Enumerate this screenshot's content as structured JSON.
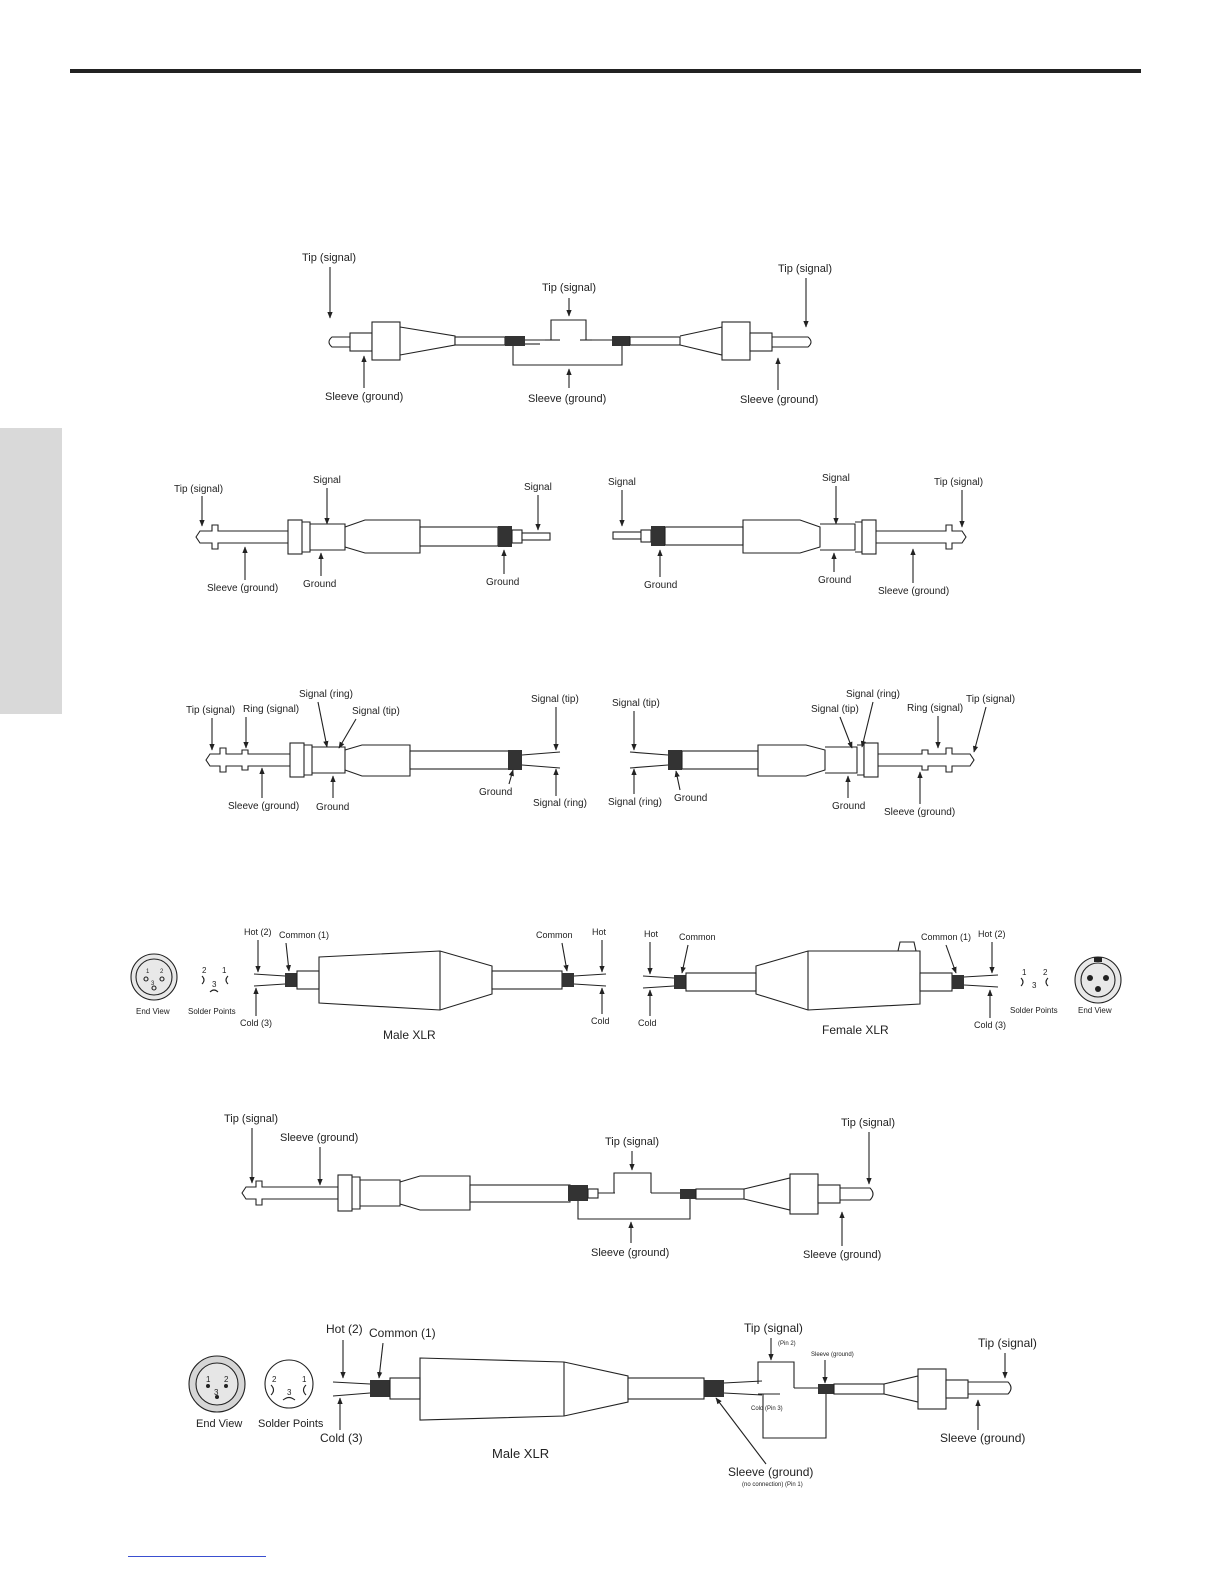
{
  "labels": {
    "tip_signal": "Tip (signal)",
    "sleeve_ground": "Sleeve (ground)",
    "signal": "Signal",
    "ground": "Ground",
    "signal_ring": "Signal (ring)",
    "signal_tip": "Signal (tip)",
    "ring_signal": "Ring (signal)",
    "hot_2": "Hot (2)",
    "common_1": "Common (1)",
    "cold_3": "Cold (3)",
    "common": "Common",
    "hot": "Hot",
    "cold": "Cold",
    "end_view": "End View",
    "solder_points": "Solder Points",
    "male_xlr": "Male XLR",
    "female_xlr": "Female XLR",
    "pin_2": "(Pin 2)",
    "cold_pin_3": "Cold (Pin 3)",
    "no_connection_pin_1": "(no connection)  (Pin 1)",
    "sleeve_ground_small": "Sleeve (ground)"
  },
  "pin_numbers": {
    "p1": "1",
    "p2": "2",
    "p3": "3"
  }
}
